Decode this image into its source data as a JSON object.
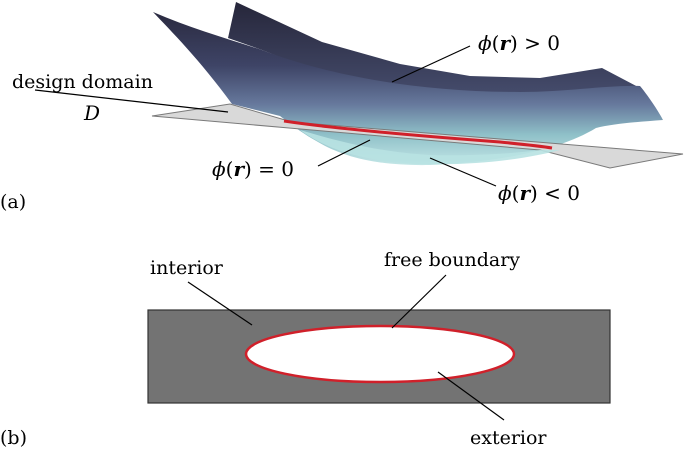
{
  "panel_a": {
    "panel_label": "(a)",
    "domain_label": "design domain",
    "domain_symbol": "D",
    "phi_positive": {
      "func": "ϕ",
      "open": "(",
      "arg": "r",
      "close": ")",
      "relation": " > 0"
    },
    "phi_zero": {
      "func": "ϕ",
      "open": "(",
      "arg": "r",
      "close": ")",
      "relation": " = 0"
    },
    "phi_negative": {
      "func": "ϕ",
      "open": "(",
      "arg": "r",
      "close": ")",
      "relation": " < 0"
    }
  },
  "panel_b": {
    "panel_label": "(b)",
    "interior_label": "interior",
    "boundary_label": "free boundary",
    "exterior_label": "exterior"
  },
  "colors": {
    "surface_top": "#2e2e48",
    "surface_mid": "#5c6a90",
    "surface_bottom": "#b4e0e0",
    "plane": "#d9d9d9",
    "boundary_red": "#d0202a",
    "interior_gray": "#737373",
    "exterior_white": "#ffffff"
  }
}
